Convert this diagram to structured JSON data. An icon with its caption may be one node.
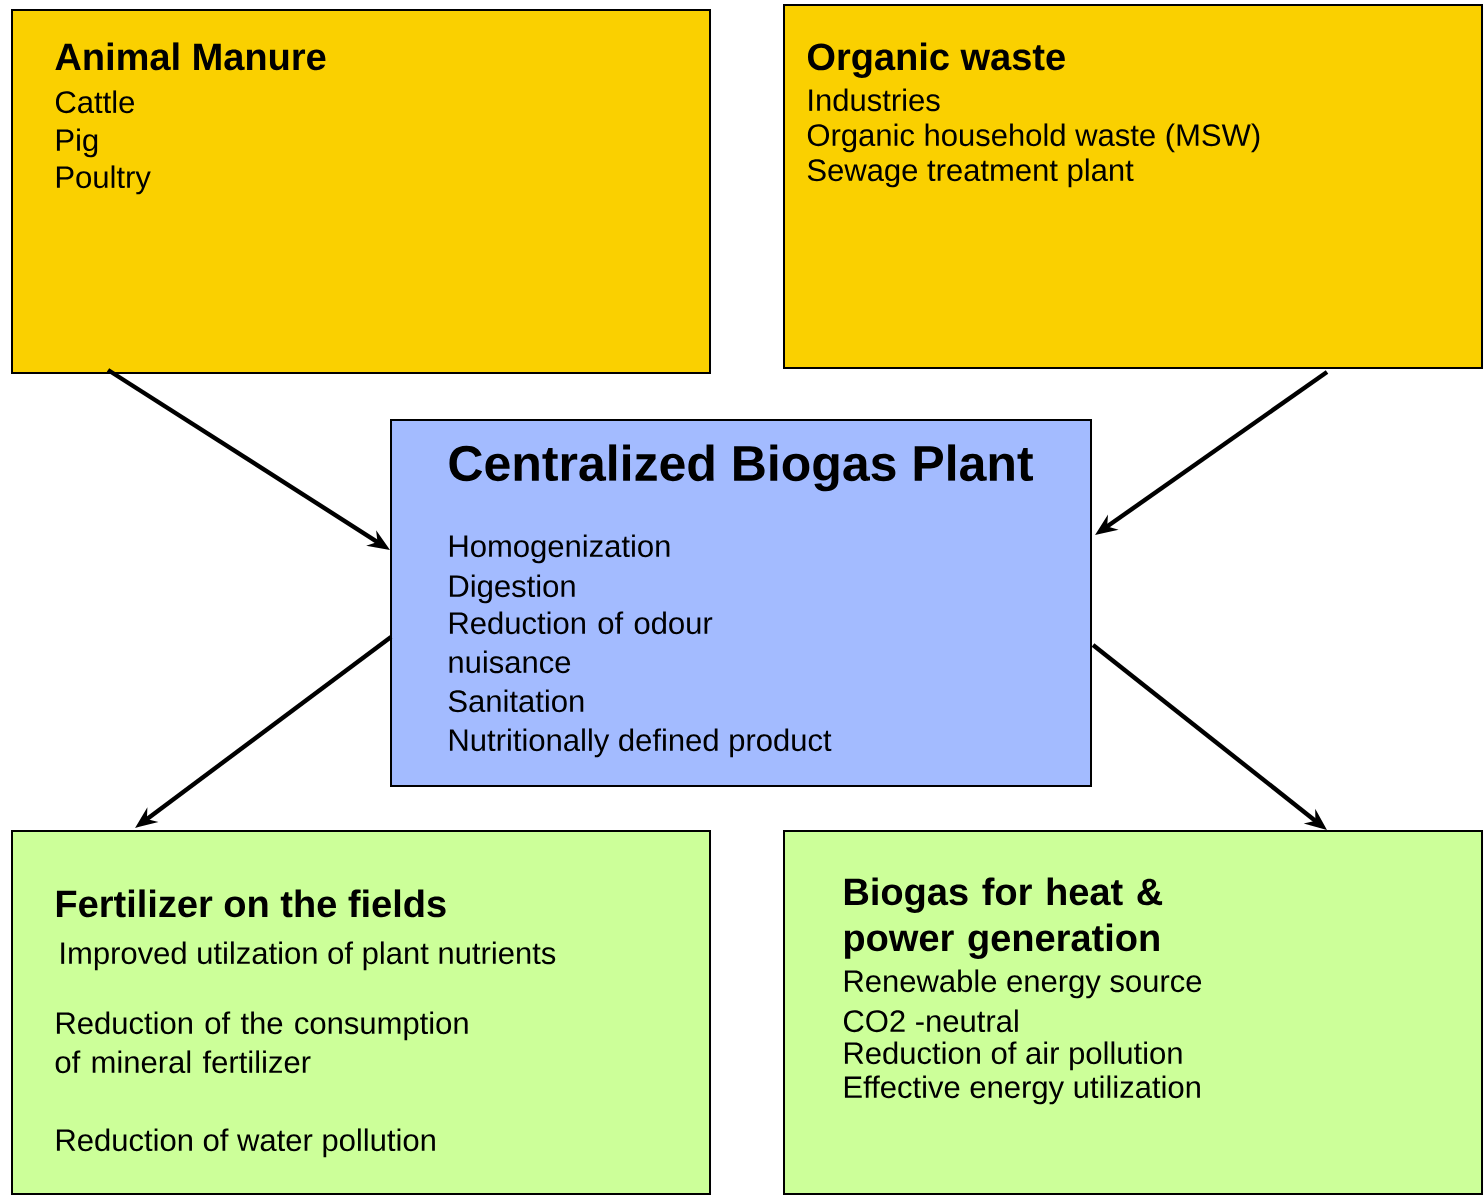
{
  "diagram": {
    "nodes": [
      {
        "text": [
          "Animal Manure",
          "Cattle",
          "Pig",
          "Poultry"
        ]
      },
      {
        "text": [
          "Organic waste",
          "Industries",
          "Organic household waste (MSW)",
          "Sewage treatment plant"
        ]
      },
      {
        "text": [
          "Centralized Biogas Plant",
          "Homogenization",
          "Digestion",
          "Reduction of odour nuisance",
          "Sanitation",
          "Nutritionally defined product"
        ]
      },
      {
        "text": [
          "Fertilizer on the fields",
          "Improved utilzation of plant nutrients",
          "Reduction of the consumption of mineral fertilizer",
          "Reduction of water pollution"
        ]
      },
      {
        "text": [
          "Biogas for heat & power generation",
          "Renewable energy source",
          "CO2 -neutral",
          "Reduction of air pollution",
          "Effective energy utilization"
        ]
      }
    ],
    "edges": [
      {
        "from": 0,
        "to": 2,
        "arrow": "to"
      },
      {
        "from": 1,
        "to": 2,
        "arrow": "to"
      },
      {
        "from": 2,
        "to": 3,
        "arrow": "to"
      },
      {
        "from": 2,
        "to": 4,
        "arrow": "to"
      }
    ]
  }
}
